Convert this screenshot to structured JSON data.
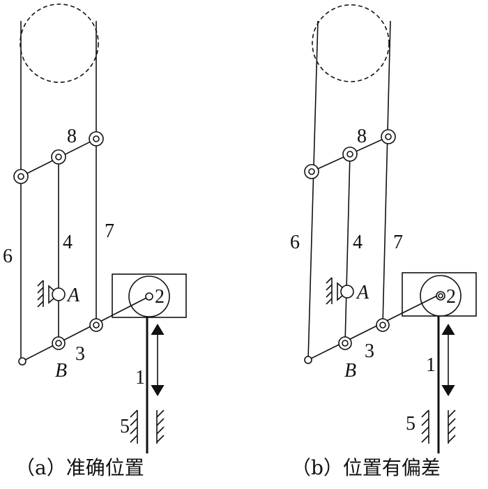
{
  "labels": {
    "n1": "1",
    "n2": "2",
    "n3": "3",
    "n4": "4",
    "n5": "5",
    "n6": "6",
    "n7": "7",
    "n8": "8",
    "A": "A",
    "B": "B"
  },
  "captions": {
    "a": "（a）准确位置",
    "b": "（b）位置有偏差"
  }
}
